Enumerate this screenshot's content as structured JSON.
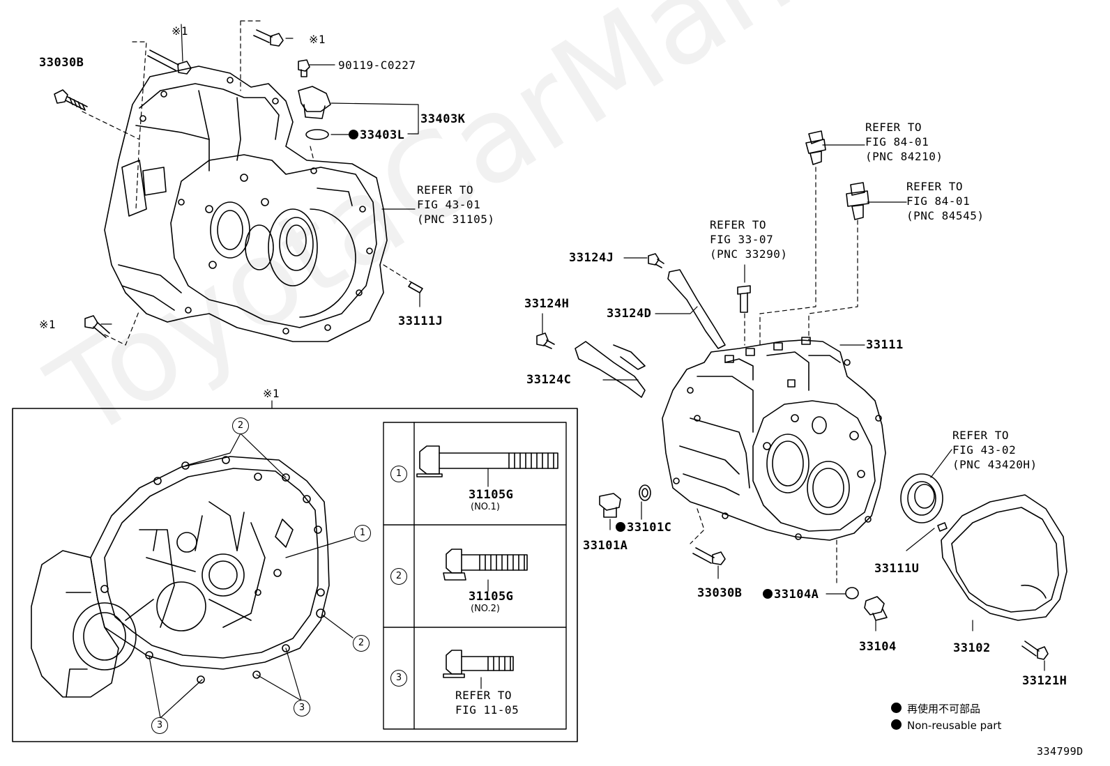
{
  "watermark": "ToyotaCarManual.ru",
  "labels": {
    "p33030B_top": "33030B",
    "note1_a": "※1",
    "note1_b": "※1",
    "note1_c": "※1",
    "note1_box": "※1",
    "p90119": "90119-C0227",
    "p33403K": "33403K",
    "p33403L": "33403L",
    "ref_31105": "REFER TO\nFIG 43-01\n(PNC 31105)",
    "p33111J": "33111J",
    "ref_84210": "REFER TO\nFIG 84-01\n(PNC 84210)",
    "ref_84545": "REFER TO\nFIG 84-01\n(PNC 84545)",
    "ref_33290": "REFER TO\nFIG 33-07\n(PNC 33290)",
    "p33124J": "33124J",
    "p33124H": "33124H",
    "p33124D": "33124D",
    "p33124C": "33124C",
    "p33111": "33111",
    "ref_43420H": "REFER TO\nFIG 43-02\n(PNC 43420H)",
    "p33101A": "33101A",
    "p33101C": "33101C",
    "p33030B_bot": "33030B",
    "p33104A": "33104A",
    "p33104": "33104",
    "p33111U": "33111U",
    "p33102": "33102",
    "p33121H": "33121H",
    "figure_no": "334799D"
  },
  "inset": {
    "rows": [
      {
        "num": "1",
        "part": "31105G",
        "note": "(NO.1)"
      },
      {
        "num": "2",
        "part": "31105G",
        "note": "(NO.2)"
      },
      {
        "num": "3",
        "part": "REFER TO\nFIG 11-05",
        "note": ""
      }
    ],
    "callouts": [
      "2",
      "1",
      "2",
      "3",
      "3"
    ]
  },
  "legend": {
    "jp": "再使用不可部品",
    "en": "Non-reusable part"
  }
}
